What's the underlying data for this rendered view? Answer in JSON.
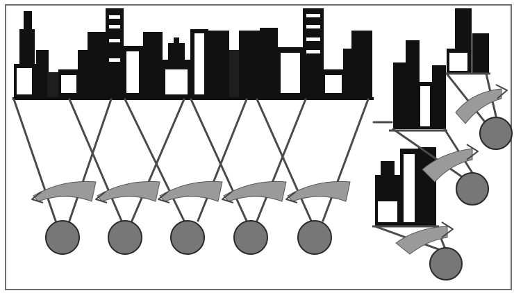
{
  "colors": {
    "buildings": "#111111",
    "rays": "#4a4a4a",
    "observers": "#777777",
    "arcs": "#9a9a9a",
    "frame": "#6b6b6b"
  },
  "diagram": {
    "left_group": {
      "observer_count": 5,
      "shows_crossing_sight_lines": true
    },
    "right_group": {
      "observer_count": 3,
      "building_clusters": 3
    }
  }
}
